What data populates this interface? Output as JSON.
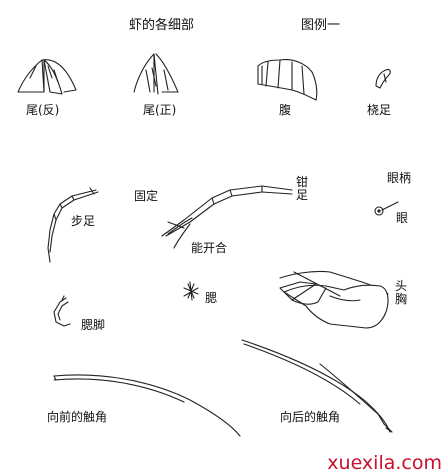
{
  "header": {
    "title": "虾的各细部",
    "subtitle": "图例一"
  },
  "labels": {
    "tail_back": "尾(反)",
    "tail_front": "尾(正)",
    "abdomen": "腹",
    "swimmeret": "桡足",
    "eye_stalk": "眼柄",
    "eye": "眼",
    "walking_leg": "步足",
    "fixed": "固定",
    "open_close": "能开合",
    "claw_leg": "钳足",
    "gill": "腮",
    "head_chest": "头胸",
    "gill_leg": "腮脚",
    "front_antenna": "向前的触角",
    "back_antenna": "向后的触角"
  },
  "watermark": {
    "text": "xuexila.com",
    "color": "#c8102e"
  },
  "colors": {
    "ink": "#222222",
    "background": "#ffffff"
  }
}
